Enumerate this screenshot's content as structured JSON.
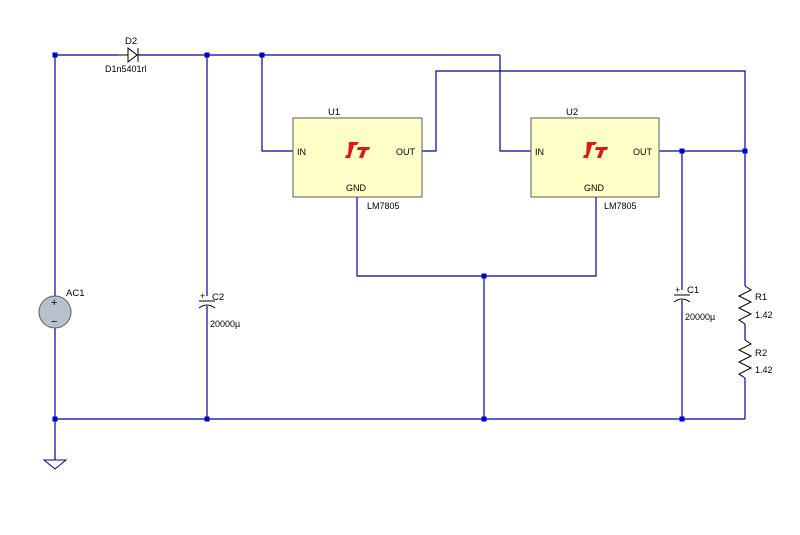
{
  "components": {
    "d2": {
      "ref": "D2",
      "value": "D1n5401rl"
    },
    "u1": {
      "ref": "U1",
      "part": "LM7805",
      "pin_in": "IN",
      "pin_out": "OUT",
      "pin_gnd": "GND"
    },
    "u2": {
      "ref": "U2",
      "part": "LM7805",
      "pin_in": "IN",
      "pin_out": "OUT",
      "pin_gnd": "GND"
    },
    "ac1": {
      "ref": "AC1",
      "plus": "+",
      "minus": "−"
    },
    "c2": {
      "ref": "C2",
      "value": "20000µ",
      "plus": "+"
    },
    "c1": {
      "ref": "C1",
      "value": "20000µ",
      "plus": "+"
    },
    "r1": {
      "ref": "R1",
      "value": "1.42"
    },
    "r2": {
      "ref": "R2",
      "value": "1.42"
    }
  },
  "colors": {
    "wire": "#0000a8",
    "node": "#0000c8",
    "chip_fill": "#ffffc8",
    "logo": "#e01818",
    "ac_source_fill": "#b8c0cc"
  },
  "icons": {
    "regulator_logo": "linear-technology-logo-icon",
    "ground": "ground-icon"
  }
}
